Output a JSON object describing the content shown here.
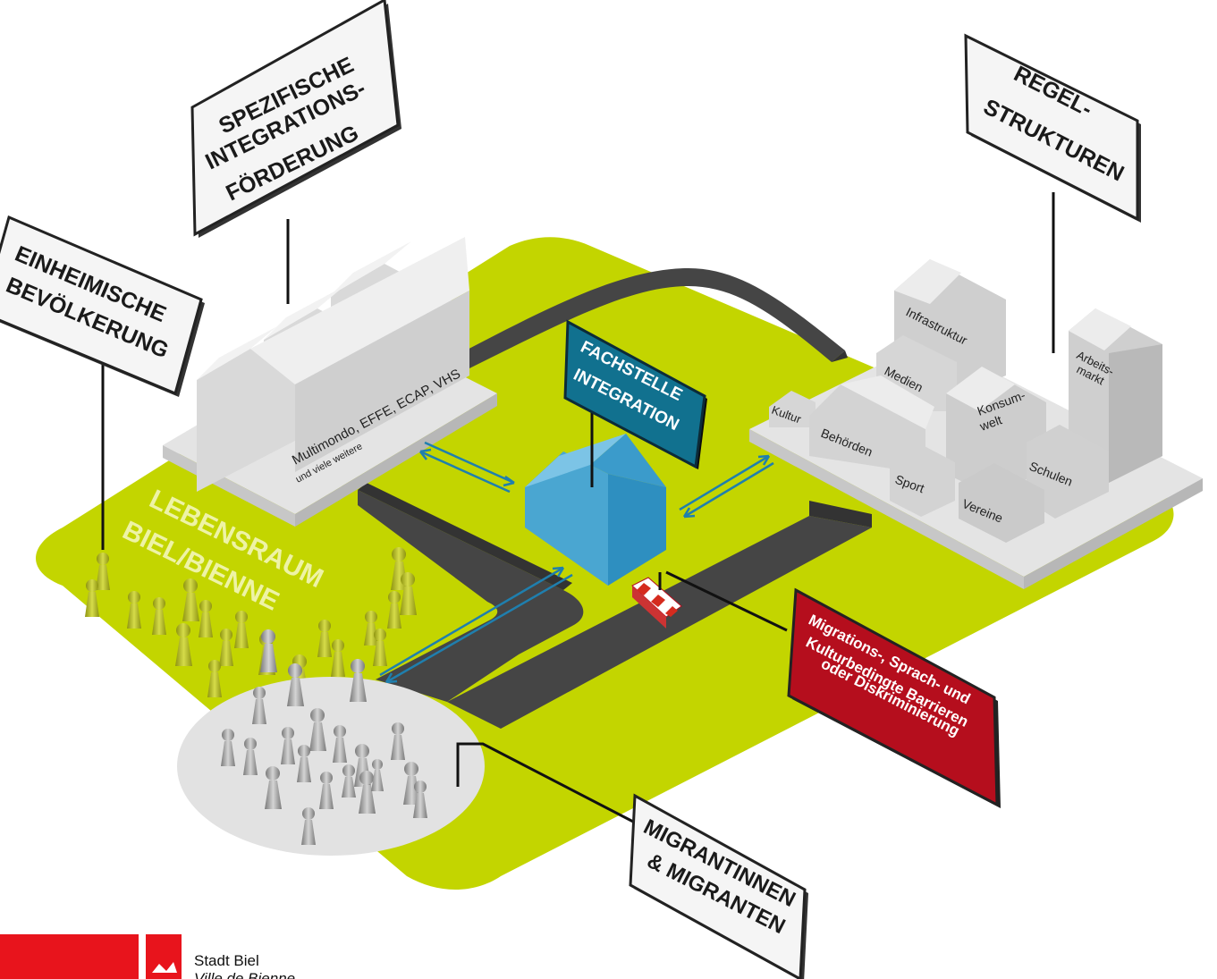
{
  "signs": {
    "einheimische": [
      "EINHEIMISCHE",
      "BEVÖLKERUNG"
    ],
    "spezifische": [
      "SPEZIFISCHE",
      "INTEGRATIONS-",
      "FÖRDERUNG"
    ],
    "regel": [
      "REGEL-",
      "STRUKTUREN"
    ],
    "fachstelle": [
      "FACHSTELLE",
      "INTEGRATION"
    ],
    "migranten": [
      "MIGRANTINNEN",
      "& MIGRANTEN"
    ],
    "barrieren": [
      "Migrations-, Sprach- und",
      "Kulturbedingte Barrieren",
      "oder Diskriminierung"
    ]
  },
  "area_label": [
    "LEBENSRAUM",
    "BIEL/BIENNE"
  ],
  "left_block": {
    "line1": "Multimondo, EFFE, ECAP, VHS",
    "line2": "und viele weitere"
  },
  "right_buildings": {
    "infrastruktur": "Infrastruktur",
    "medien": "Medien",
    "arbeitsmarkt": [
      "Arbeits-",
      "markt"
    ],
    "kultur": "Kultur",
    "behoerden": "Behörden",
    "konsumwelt": [
      "Konsum-",
      "welt"
    ],
    "schulen": "Schulen",
    "sport": "Sport",
    "vereine": "Vereine"
  },
  "footer": {
    "city_name": "Stadt Biel",
    "city_name_fr": "Ville de Bienne"
  },
  "colors": {
    "lime": "#c3d500",
    "road": "#4a4a4a",
    "fachstelle_blue": "#2e8fc0",
    "fachstelle_sign": "#11718f",
    "barrier_red": "#b50e1d",
    "logo_red": "#e8141c",
    "arrow_blue": "#1f7fae",
    "people_green": "#b3b830",
    "people_grey": "#9b9b9b"
  }
}
